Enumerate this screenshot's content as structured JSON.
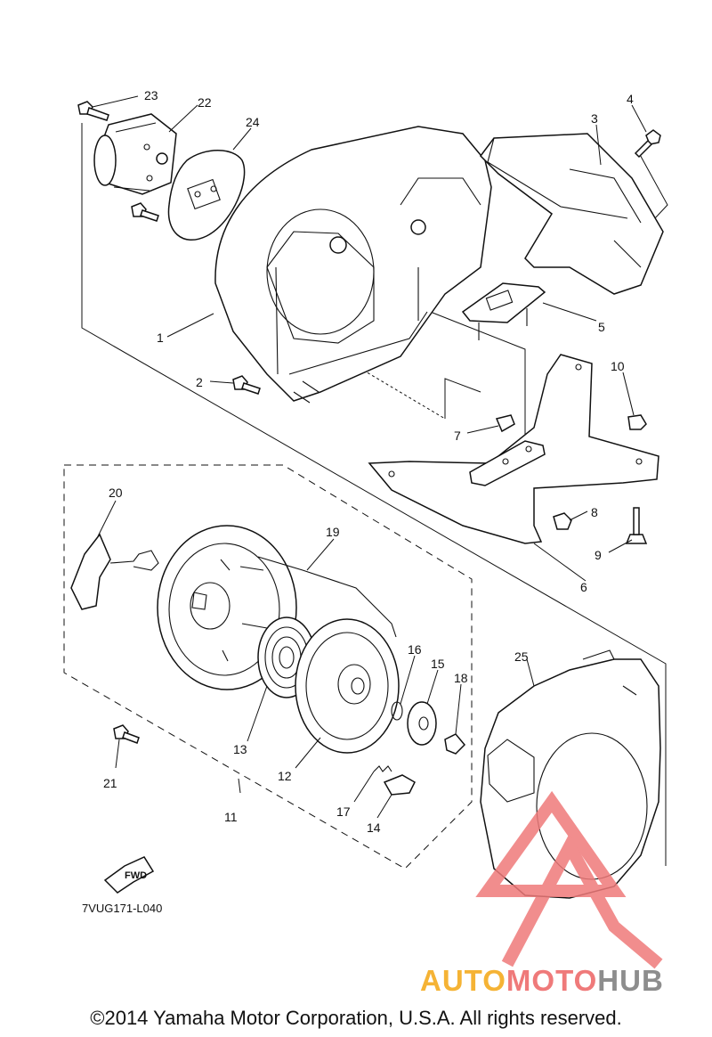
{
  "diagram": {
    "callouts": [
      "1",
      "2",
      "3",
      "4",
      "5",
      "6",
      "7",
      "8",
      "9",
      "10",
      "11",
      "12",
      "13",
      "14",
      "15",
      "16",
      "17",
      "18",
      "19",
      "20",
      "21",
      "22",
      "23",
      "24",
      "25"
    ],
    "code": "7VUG171-L040",
    "fwd_label": "FWD"
  },
  "watermark": {
    "part1": "AUTO",
    "part2": "MOTO",
    "part3": "HUB",
    "colors": {
      "auto": "#f5b335",
      "moto": "#ef7a7a",
      "hub": "#8d8d8d"
    }
  },
  "footer": {
    "copyright": "©2014 Yamaha Motor Corporation, U.S.A. All rights reserved."
  }
}
